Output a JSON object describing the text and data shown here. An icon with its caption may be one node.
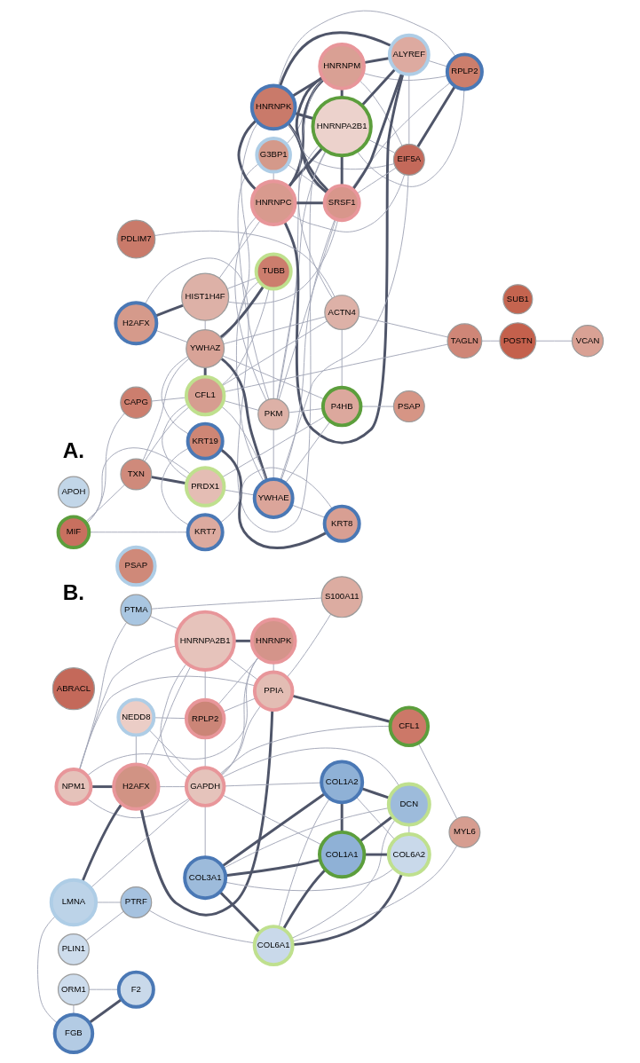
{
  "diagram": {
    "nodes": [
      {
        "text": [
          "G3BP1"
        ]
      },
      {
        "text": [
          "HNRNPM"
        ]
      },
      {
        "text": [
          "SUB1"
        ]
      },
      {
        "text": [
          "APOH"
        ]
      },
      {
        "text": [
          "RPLP2"
        ]
      },
      {
        "text": [
          "HNRNPK"
        ]
      },
      {
        "text": [
          "HNRNPA2B1"
        ]
      },
      {
        "text": [
          "ALYREF"
        ]
      },
      {
        "text": [
          "H2AFX"
        ]
      },
      {
        "text": [
          "HNRNPC"
        ]
      },
      {
        "text": [
          "SRSF1"
        ]
      },
      {
        "text": [
          "HIST1H4F"
        ]
      },
      {
        "text": [
          "EIF5A"
        ]
      },
      {
        "text": [
          "PKM"
        ]
      },
      {
        "text": [
          "TUBB"
        ]
      },
      {
        "text": [
          "PDLIM7"
        ]
      },
      {
        "text": [
          "YWHAZ"
        ]
      },
      {
        "text": [
          "YWHAE"
        ]
      },
      {
        "text": [
          "ACTN4"
        ]
      },
      {
        "text": [
          "TXN"
        ]
      },
      {
        "text": [
          "CFL1"
        ]
      },
      {
        "text": [
          "TAGLN"
        ]
      },
      {
        "text": [
          "POSTN"
        ]
      },
      {
        "text": [
          "P4HB"
        ]
      },
      {
        "text": [
          "PSAP"
        ]
      },
      {
        "text": [
          "CAPG"
        ]
      },
      {
        "text": [
          "PRDX1"
        ]
      },
      {
        "text": [
          "VCAN"
        ]
      },
      {
        "text": [
          "KRT19"
        ]
      },
      {
        "text": [
          "KRT8"
        ]
      },
      {
        "text": [
          "MIF"
        ]
      },
      {
        "text": [
          "KRT7"
        ]
      },
      {
        "text": [
          "PTMA"
        ]
      },
      {
        "text": [
          "ABRACL"
        ]
      },
      {
        "text": [
          "PSAP"
        ]
      },
      {
        "text": [
          "HNRNPA2B1"
        ]
      },
      {
        "text": [
          "S100A11"
        ]
      },
      {
        "text": [
          "HNRNPK"
        ]
      },
      {
        "text": [
          "NPM1"
        ]
      },
      {
        "text": [
          "PPIA"
        ]
      },
      {
        "text": [
          "RPLP2"
        ]
      },
      {
        "text": [
          "H2AFX"
        ]
      },
      {
        "text": [
          "CFL1"
        ]
      },
      {
        "text": [
          "GAPDH"
        ]
      },
      {
        "text": [
          "COL1A2"
        ]
      },
      {
        "text": [
          "DCN"
        ]
      },
      {
        "text": [
          "NEDD8"
        ]
      },
      {
        "text": [
          "LMNA"
        ]
      },
      {
        "text": [
          "COL3A1"
        ]
      },
      {
        "text": [
          "COL1A1"
        ]
      },
      {
        "text": [
          "COL6A2"
        ]
      },
      {
        "text": [
          "ORM1"
        ]
      },
      {
        "text": [
          "FGB"
        ]
      },
      {
        "text": [
          "COL6A1"
        ]
      },
      {
        "text": [
          "PTRF"
        ]
      },
      {
        "text": [
          "MYL6"
        ]
      },
      {
        "text": [
          "F2"
        ]
      },
      {
        "text": [
          "PLIN1"
        ]
      }
    ],
    "edges": [
      {
        "from": 0,
        "to": 1,
        "arrow": "none"
      },
      {
        "from": 0,
        "to": 9,
        "arrow": "none"
      },
      {
        "from": 0,
        "to": 13,
        "arrow": "none"
      },
      {
        "from": 0,
        "to": 10,
        "arrow": "none"
      },
      {
        "from": 1,
        "to": 5,
        "arrow": "none",
        "style": "thick"
      },
      {
        "from": 1,
        "to": 4,
        "arrow": "none"
      },
      {
        "from": 1,
        "to": 6,
        "arrow": "none",
        "style": "thick"
      },
      {
        "from": 1,
        "to": 7,
        "arrow": "none",
        "style": "thick"
      },
      {
        "from": 1,
        "to": 9,
        "arrow": "none",
        "style": "thick"
      },
      {
        "from": 1,
        "to": 10,
        "arrow": "none",
        "style": "thick"
      },
      {
        "from": 1,
        "to": 12,
        "arrow": "none"
      },
      {
        "from": 1,
        "to": 13,
        "arrow": "none"
      },
      {
        "from": 5,
        "to": 4,
        "arrow": "none"
      },
      {
        "from": 5,
        "to": 6,
        "arrow": "none",
        "style": "thick"
      },
      {
        "from": 5,
        "to": 7,
        "arrow": "none",
        "style": "thick"
      },
      {
        "from": 5,
        "to": 9,
        "arrow": "none",
        "style": "thick"
      },
      {
        "from": 5,
        "to": 10,
        "arrow": "none",
        "style": "thick"
      },
      {
        "from": 5,
        "to": 12,
        "arrow": "none"
      },
      {
        "from": 5,
        "to": 16,
        "arrow": "none"
      },
      {
        "from": 4,
        "to": 6,
        "arrow": "none"
      },
      {
        "from": 4,
        "to": 7,
        "arrow": "none"
      },
      {
        "from": 4,
        "to": 10,
        "arrow": "none"
      },
      {
        "from": 4,
        "to": 12,
        "arrow": "none",
        "style": "thick"
      },
      {
        "from": 6,
        "to": 7,
        "arrow": "none",
        "style": "thick"
      },
      {
        "from": 6,
        "to": 9,
        "arrow": "none",
        "style": "thick"
      },
      {
        "from": 6,
        "to": 10,
        "arrow": "none",
        "style": "thick"
      },
      {
        "from": 6,
        "to": 8,
        "arrow": "none"
      },
      {
        "from": 6,
        "to": 12,
        "arrow": "none"
      },
      {
        "from": 6,
        "to": 13,
        "arrow": "none"
      },
      {
        "from": 6,
        "to": 18,
        "arrow": "none"
      },
      {
        "from": 7,
        "to": 9,
        "arrow": "none",
        "style": "thick"
      },
      {
        "from": 7,
        "to": 10,
        "arrow": "none",
        "style": "thick"
      },
      {
        "from": 7,
        "to": 12,
        "arrow": "none"
      },
      {
        "from": 9,
        "to": 10,
        "arrow": "none",
        "style": "thick"
      },
      {
        "from": 9,
        "to": 11,
        "arrow": "none"
      },
      {
        "from": 9,
        "to": 13,
        "arrow": "none"
      },
      {
        "from": 9,
        "to": 12,
        "arrow": "none"
      },
      {
        "from": 8,
        "to": 11,
        "arrow": "none",
        "style": "thick"
      },
      {
        "from": 8,
        "to": 16,
        "arrow": "none"
      },
      {
        "from": 11,
        "to": 10,
        "arrow": "none"
      },
      {
        "from": 11,
        "to": 14,
        "arrow": "none"
      },
      {
        "from": 11,
        "to": 16,
        "arrow": "none"
      },
      {
        "from": 10,
        "to": 12,
        "arrow": "none"
      },
      {
        "from": 10,
        "to": 13,
        "arrow": "none"
      },
      {
        "from": 10,
        "to": 17,
        "arrow": "none"
      },
      {
        "from": 12,
        "to": 17,
        "arrow": "none"
      },
      {
        "from": 13,
        "to": 14,
        "arrow": "none"
      },
      {
        "from": 13,
        "to": 17,
        "arrow": "none"
      },
      {
        "from": 13,
        "to": 20,
        "arrow": "none"
      },
      {
        "from": 13,
        "to": 23,
        "arrow": "none"
      },
      {
        "from": 14,
        "to": 16,
        "arrow": "none",
        "style": "thick"
      },
      {
        "from": 14,
        "to": 17,
        "arrow": "none"
      },
      {
        "from": 14,
        "to": 20,
        "arrow": "none"
      },
      {
        "from": 16,
        "to": 17,
        "arrow": "none",
        "style": "thick"
      },
      {
        "from": 15,
        "to": 18,
        "arrow": "none"
      },
      {
        "from": 16,
        "to": 18,
        "arrow": "none"
      },
      {
        "from": 16,
        "to": 20,
        "arrow": "none",
        "style": "thick"
      },
      {
        "from": 16,
        "to": 19,
        "arrow": "none"
      },
      {
        "from": 16,
        "to": 23,
        "arrow": "none"
      },
      {
        "from": 16,
        "to": 28,
        "arrow": "none"
      },
      {
        "from": 17,
        "to": 20,
        "arrow": "none"
      },
      {
        "from": 17,
        "to": 26,
        "arrow": "none"
      },
      {
        "from": 17,
        "to": 23,
        "arrow": "none"
      },
      {
        "from": 17,
        "to": 29,
        "arrow": "none"
      },
      {
        "from": 18,
        "to": 20,
        "arrow": "none"
      },
      {
        "from": 18,
        "to": 21,
        "arrow": "none"
      },
      {
        "from": 18,
        "to": 23,
        "arrow": "none"
      },
      {
        "from": 19,
        "to": 20,
        "arrow": "none"
      },
      {
        "from": 19,
        "to": 26,
        "arrow": "none",
        "style": "thick"
      },
      {
        "from": 19,
        "to": 30,
        "arrow": "none"
      },
      {
        "from": 20,
        "to": 21,
        "arrow": "none"
      },
      {
        "from": 20,
        "to": 26,
        "arrow": "none"
      },
      {
        "from": 20,
        "to": 25,
        "arrow": "none"
      },
      {
        "from": 21,
        "to": 22,
        "arrow": "none"
      },
      {
        "from": 22,
        "to": 27,
        "arrow": "none"
      },
      {
        "from": 23,
        "to": 26,
        "arrow": "none"
      },
      {
        "from": 23,
        "to": 24,
        "arrow": "none"
      },
      {
        "from": 25,
        "to": 30,
        "arrow": "none"
      },
      {
        "from": 26,
        "to": 30,
        "arrow": "none"
      },
      {
        "from": 28,
        "to": 29,
        "arrow": "none",
        "style": "thick"
      },
      {
        "from": 28,
        "to": 31,
        "arrow": "none"
      },
      {
        "from": 29,
        "to": 31,
        "arrow": "none"
      },
      {
        "from": 30,
        "to": 31,
        "arrow": "none"
      },
      {
        "from": 32,
        "to": 36,
        "arrow": "none"
      },
      {
        "from": 32,
        "to": 35,
        "arrow": "none"
      },
      {
        "from": 32,
        "to": 38,
        "arrow": "none"
      },
      {
        "from": 35,
        "to": 37,
        "arrow": "none",
        "style": "thick"
      },
      {
        "from": 35,
        "to": 38,
        "arrow": "none"
      },
      {
        "from": 35,
        "to": 40,
        "arrow": "none"
      },
      {
        "from": 35,
        "to": 43,
        "arrow": "none"
      },
      {
        "from": 35,
        "to": 39,
        "arrow": "none"
      },
      {
        "from": 35,
        "to": 41,
        "arrow": "none"
      },
      {
        "from": 37,
        "to": 38,
        "arrow": "none"
      },
      {
        "from": 37,
        "to": 40,
        "arrow": "none"
      },
      {
        "from": 37,
        "to": 39,
        "arrow": "none"
      },
      {
        "from": 37,
        "to": 43,
        "arrow": "none"
      },
      {
        "from": 36,
        "to": 39,
        "arrow": "none"
      },
      {
        "from": 38,
        "to": 39,
        "arrow": "none"
      },
      {
        "from": 38,
        "to": 41,
        "arrow": "none",
        "style": "thick"
      },
      {
        "from": 38,
        "to": 43,
        "arrow": "none"
      },
      {
        "from": 40,
        "to": 39,
        "arrow": "none"
      },
      {
        "from": 40,
        "to": 43,
        "arrow": "none"
      },
      {
        "from": 40,
        "to": 46,
        "arrow": "none"
      },
      {
        "from": 39,
        "to": 41,
        "arrow": "none",
        "style": "thick"
      },
      {
        "from": 39,
        "to": 43,
        "arrow": "none"
      },
      {
        "from": 39,
        "to": 42,
        "arrow": "none",
        "style": "thick"
      },
      {
        "from": 41,
        "to": 43,
        "arrow": "none"
      },
      {
        "from": 41,
        "to": 46,
        "arrow": "none"
      },
      {
        "from": 41,
        "to": 47,
        "arrow": "none",
        "style": "thick"
      },
      {
        "from": 43,
        "to": 42,
        "arrow": "none"
      },
      {
        "from": 43,
        "to": 46,
        "arrow": "none"
      },
      {
        "from": 43,
        "to": 47,
        "arrow": "none"
      },
      {
        "from": 43,
        "to": 44,
        "arrow": "none"
      },
      {
        "from": 43,
        "to": 48,
        "arrow": "none"
      },
      {
        "from": 43,
        "to": 49,
        "arrow": "none"
      },
      {
        "from": 43,
        "to": 45,
        "arrow": "none"
      },
      {
        "from": 44,
        "to": 45,
        "arrow": "none",
        "style": "thick"
      },
      {
        "from": 44,
        "to": 48,
        "arrow": "none",
        "style": "thick"
      },
      {
        "from": 44,
        "to": 49,
        "arrow": "none",
        "style": "thick"
      },
      {
        "from": 44,
        "to": 53,
        "arrow": "none"
      },
      {
        "from": 44,
        "to": 50,
        "arrow": "none"
      },
      {
        "from": 48,
        "to": 45,
        "arrow": "none"
      },
      {
        "from": 48,
        "to": 49,
        "arrow": "none",
        "style": "thick"
      },
      {
        "from": 48,
        "to": 53,
        "arrow": "none",
        "style": "thick"
      },
      {
        "from": 48,
        "to": 50,
        "arrow": "none"
      },
      {
        "from": 49,
        "to": 45,
        "arrow": "none",
        "style": "thick"
      },
      {
        "from": 49,
        "to": 50,
        "arrow": "none",
        "style": "thick"
      },
      {
        "from": 49,
        "to": 53,
        "arrow": "none",
        "style": "thick"
      },
      {
        "from": 45,
        "to": 50,
        "arrow": "none"
      },
      {
        "from": 45,
        "to": 53,
        "arrow": "none"
      },
      {
        "from": 50,
        "to": 53,
        "arrow": "none",
        "style": "thick"
      },
      {
        "from": 53,
        "to": 54,
        "arrow": "none"
      },
      {
        "from": 53,
        "to": 55,
        "arrow": "none"
      },
      {
        "from": 42,
        "to": 55,
        "arrow": "none"
      },
      {
        "from": 47,
        "to": 54,
        "arrow": "none"
      },
      {
        "from": 47,
        "to": 52,
        "arrow": "none"
      },
      {
        "from": 52,
        "to": 51,
        "arrow": "none"
      },
      {
        "from": 52,
        "to": 56,
        "arrow": "none",
        "style": "thick"
      },
      {
        "from": 51,
        "to": 56,
        "arrow": "none"
      },
      {
        "from": 54,
        "to": 57,
        "arrow": "none"
      }
    ],
    "labels": [
      "A.",
      "B."
    ]
  }
}
